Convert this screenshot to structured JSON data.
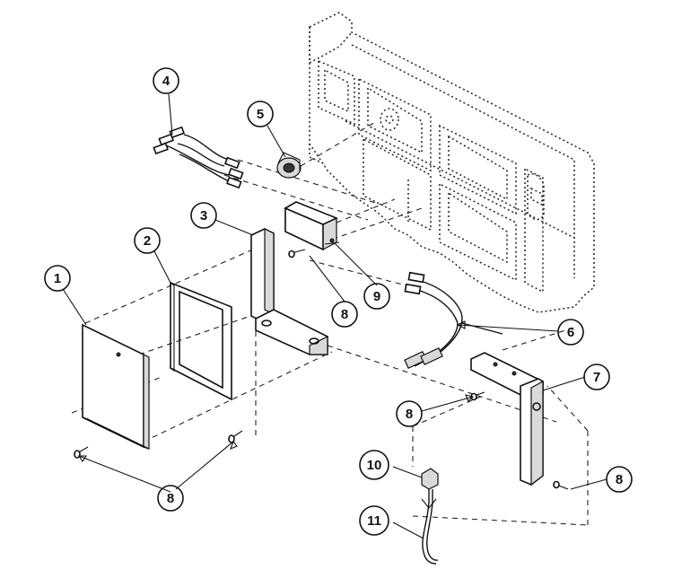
{
  "callouts": [
    {
      "id": "c1",
      "label": "1"
    },
    {
      "id": "c2",
      "label": "2"
    },
    {
      "id": "c3",
      "label": "3"
    },
    {
      "id": "c4",
      "label": "4"
    },
    {
      "id": "c5",
      "label": "5"
    },
    {
      "id": "c6",
      "label": "6"
    },
    {
      "id": "c7",
      "label": "7"
    },
    {
      "id": "c8a",
      "label": "8"
    },
    {
      "id": "c8b",
      "label": "8"
    },
    {
      "id": "c8c",
      "label": "8"
    },
    {
      "id": "c8d",
      "label": "8"
    },
    {
      "id": "c9",
      "label": "9"
    },
    {
      "id": "c10",
      "label": "10"
    },
    {
      "id": "c11",
      "label": "11"
    }
  ],
  "colors": {
    "ink": "#111111",
    "background": "#ffffff"
  }
}
